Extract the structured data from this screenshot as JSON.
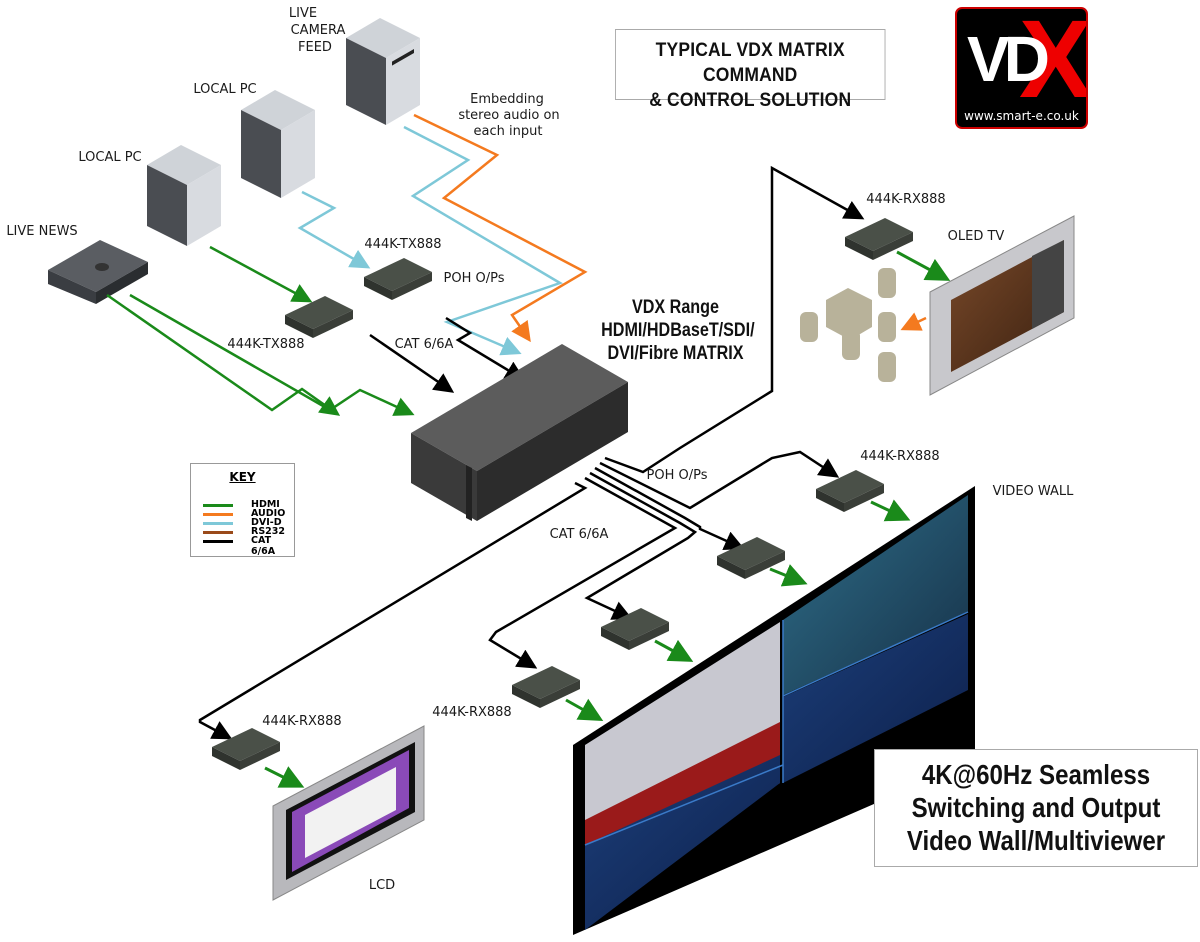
{
  "title": {
    "line1": "TYPICAL VDX MATRIX COMMAND",
    "line2": "& CONTROL SOLUTION"
  },
  "logo": {
    "brand_vd": "VD",
    "brand_x": "X",
    "url": "www.smart-e.co.uk"
  },
  "matrix": {
    "label_line1": "VDX Range",
    "label_line2": "HDMI/HDBaseT/SDI/",
    "label_line3": "DVI/Fibre MATRIX"
  },
  "sources": {
    "live_camera": [
      "LIVE",
      "CAMERA",
      "FEED"
    ],
    "local_pc_1": "LOCAL PC",
    "local_pc_2": "LOCAL PC",
    "live_news": "LIVE NEWS",
    "audio_note": [
      "Embedding",
      "stereo audio on",
      "each input"
    ]
  },
  "devices": {
    "tx_top": "444K-TX888",
    "tx_bottom": "444K-TX888",
    "poh_top": "POH O/Ps",
    "cat_top": "CAT 6/6A",
    "rx_oled": "444K-RX888",
    "oled_tv": "OLED TV",
    "poh_bottom": "POH O/Ps",
    "cat_bottom": "CAT 6/6A",
    "rx_videowall": "444K-RX888",
    "video_wall": "VIDEO WALL",
    "rx_lcd": "444K-RX888",
    "rx_wall_left": "444K-RX888",
    "lcd": "LCD"
  },
  "key": {
    "title": "KEY",
    "items": [
      {
        "label": "HDMI",
        "color": "#1a8a1a"
      },
      {
        "label": "AUDIO",
        "color": "#f47a1f"
      },
      {
        "label": "DVI-D",
        "color": "#7ec8d8"
      },
      {
        "label": "RS232",
        "color": "#9a4a1a"
      },
      {
        "label": "CAT 6/6A",
        "color": "#000000"
      }
    ]
  },
  "feature": {
    "line1": "4K@60Hz Seamless",
    "line2": "Switching and Output",
    "line3": "Video Wall/Multiviewer"
  },
  "colors": {
    "hdmi": "#1a8a1a",
    "audio": "#f47a1f",
    "dvi": "#7ec8d8",
    "cat": "#000000",
    "logo_red": "#e00000"
  }
}
